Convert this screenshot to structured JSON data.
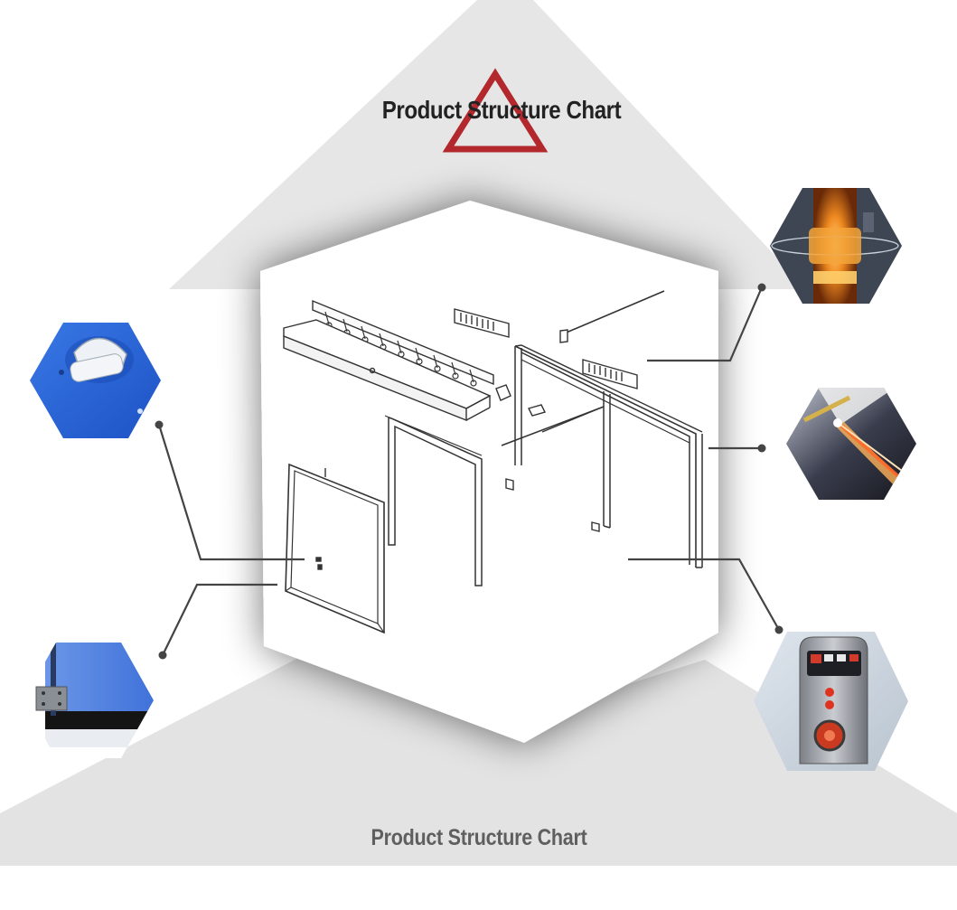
{
  "header": {
    "title": "Product Structure Chart"
  },
  "footer": {
    "title": "Product Structure Chart"
  },
  "colors": {
    "accent_red": "#b3282d",
    "backdrop_gray": "#e3e3e3",
    "line_dark": "#444444"
  },
  "callouts": [
    {
      "id": "cover-handle",
      "icon": "blue-cover-handle-photo"
    },
    {
      "id": "door-corner",
      "icon": "blue-door-corner-photo"
    },
    {
      "id": "motor",
      "icon": "orange-glowing-motor-photo"
    },
    {
      "id": "light-sensor",
      "icon": "light-beam-sensor-photo"
    },
    {
      "id": "control-box",
      "icon": "control-box-photo"
    }
  ]
}
